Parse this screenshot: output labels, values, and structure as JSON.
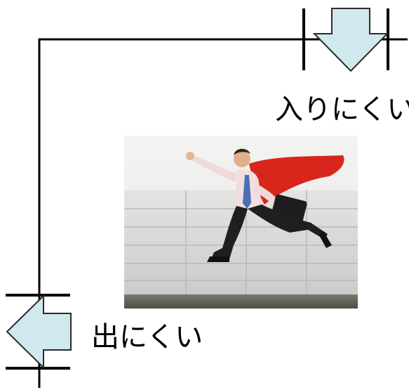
{
  "labels": {
    "entry": "入りにくい",
    "exit": "出にくい"
  },
  "colors": {
    "line": "#000000",
    "arrow_fill": "#cfe9ee",
    "arrow_stroke": "#2b2b2b",
    "background": "#ffffff"
  },
  "icons": {
    "entry_arrow": "arrow-down-icon",
    "exit_arrow": "arrow-left-icon"
  },
  "photo": {
    "subject": "businessman-superhero-photo"
  }
}
